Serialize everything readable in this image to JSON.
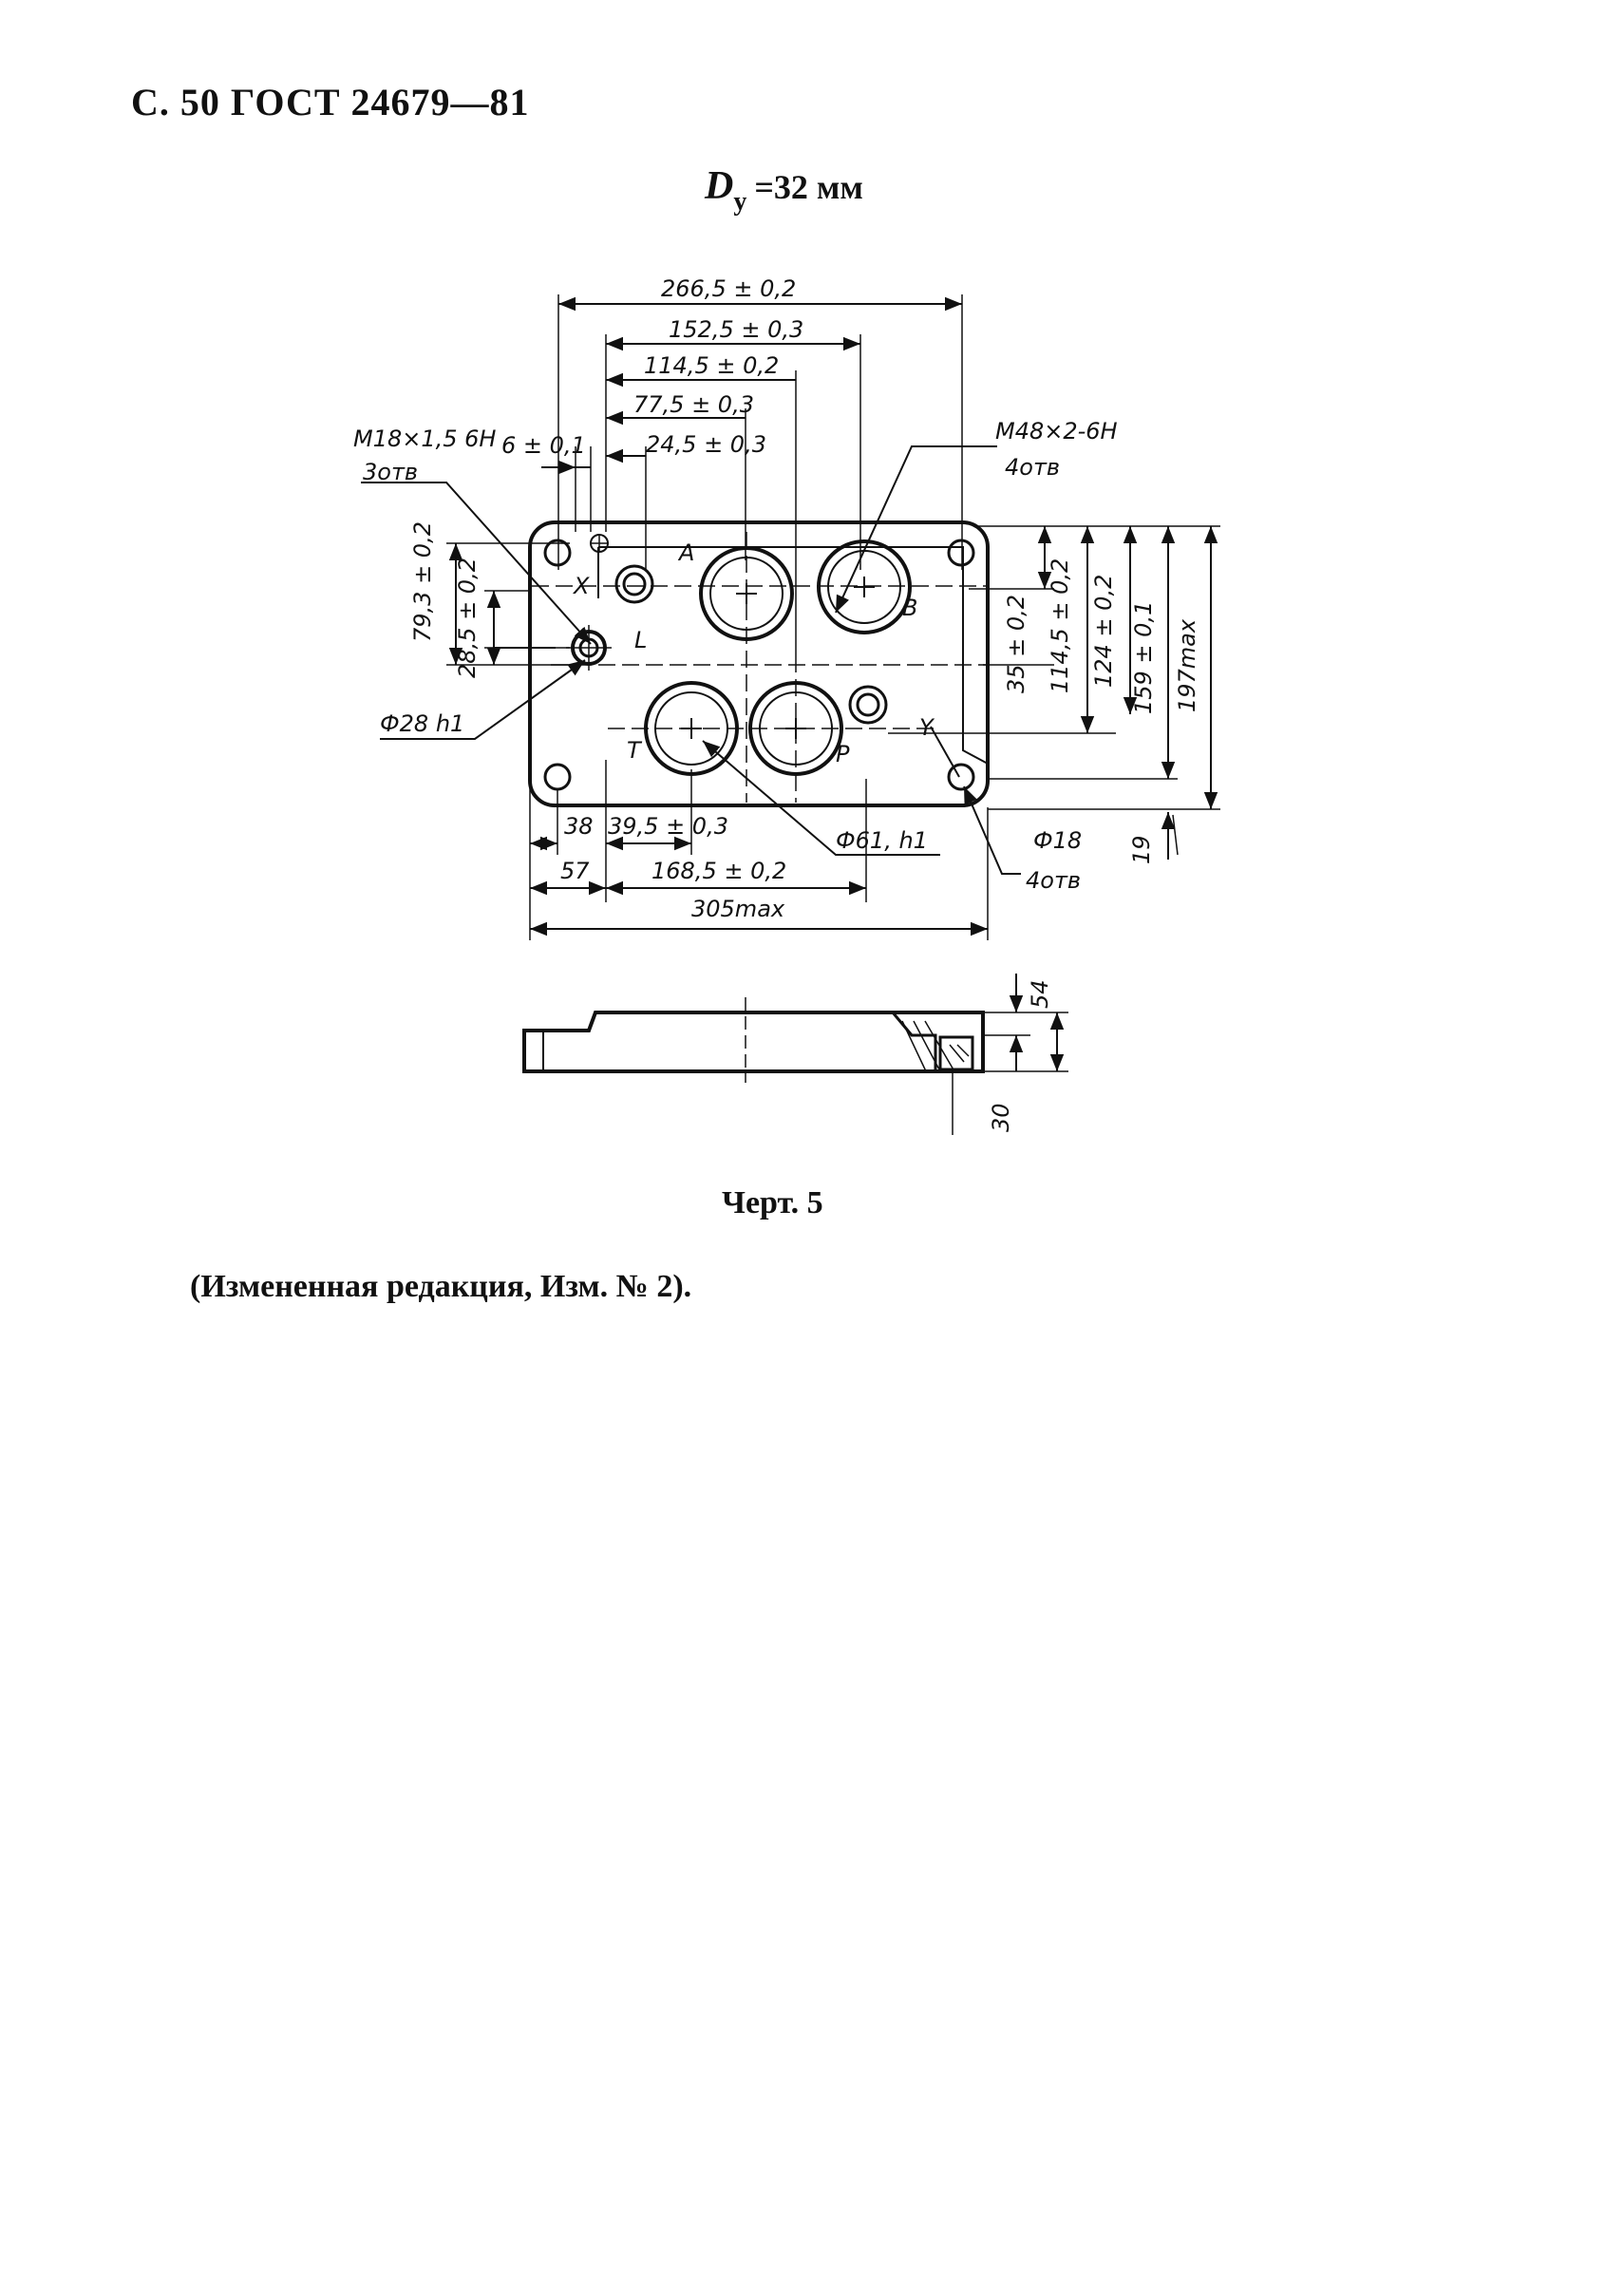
{
  "header": {
    "page_ref": "С. 50 ГОСТ 24679—81"
  },
  "subtitle": {
    "symbol": "D",
    "subscript": "y",
    "value": "=32 мм"
  },
  "drawing": {
    "dims_top": {
      "d266": "266,5 ± 0,2",
      "d152": "152,5 ± 0,3",
      "d114": "114,5 ± 0,2",
      "d77": "77,5 ± 0,3",
      "d24": "24,5 ± 0,3",
      "d6": "6 ± 0,1"
    },
    "callouts": {
      "m18": "M18×1,5 6H",
      "m18_count": "3отв",
      "m48": "M48×2-6H",
      "m48_count": "4отв",
      "phi28": "Ф28 h1",
      "phi61": "Ф61, h1",
      "phi18": "Ф18",
      "phi18_count": "4отв"
    },
    "port_labels": {
      "A": "A",
      "B": "B",
      "X": "X",
      "L": "L",
      "T": "T",
      "P": "P",
      "Y": "Y"
    },
    "dims_left": {
      "d79": "79,3 ± 0,2",
      "d28": "28,5 ± 0,2"
    },
    "dims_right": {
      "d35": "35 ± 0,2",
      "d114": "114,5 ± 0,2",
      "d124": "124 ± 0,2",
      "d159": "159 ± 0,1",
      "d197": "197max",
      "d19": "19"
    },
    "dims_bottom": {
      "d38": "38",
      "d39": "39,5 ± 0,3",
      "d57": "57",
      "d168": "168,5 ± 0,2",
      "d305": "305max"
    },
    "dims_section": {
      "d54": "54",
      "d30": "30"
    }
  },
  "caption": "Черт. 5",
  "note": "(Измененная редакция, Изм. № 2)."
}
